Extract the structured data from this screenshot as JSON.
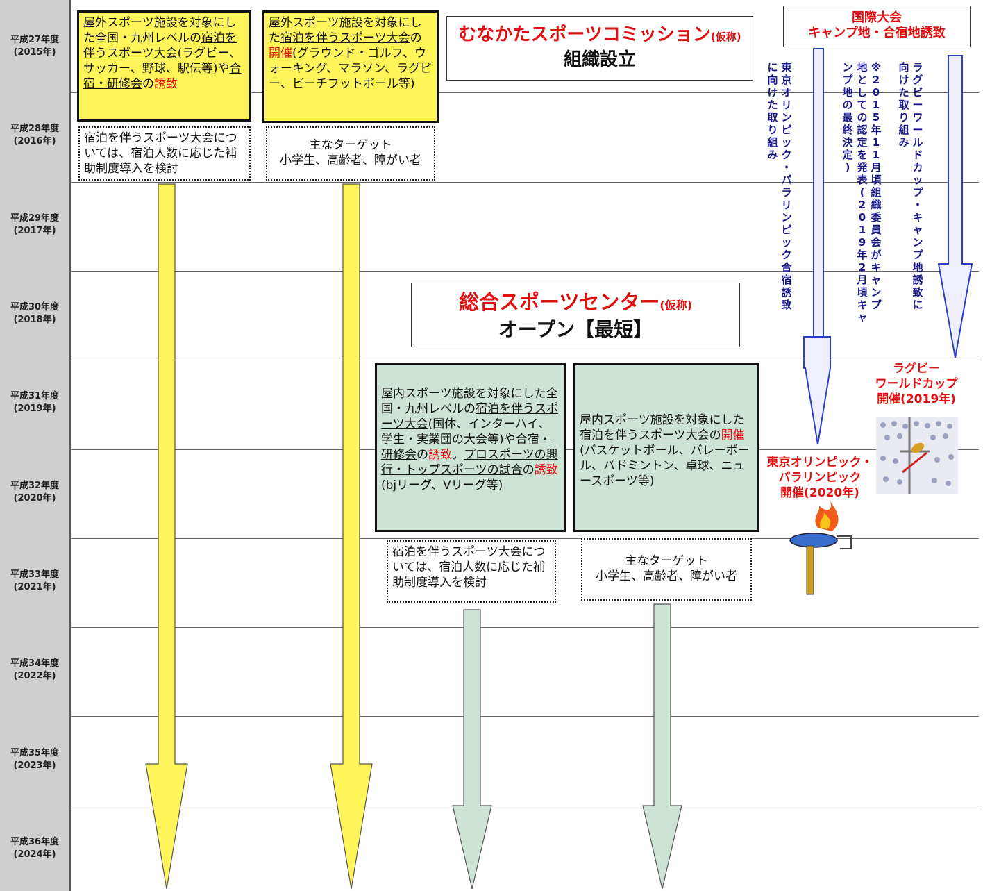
{
  "years": [
    {
      "era": "平成27年度",
      "ad": "(2015年)"
    },
    {
      "era": "平成28年度",
      "ad": "(2016年)"
    },
    {
      "era": "平成29年度",
      "ad": "(2017年)"
    },
    {
      "era": "平成30年度",
      "ad": "(2018年)"
    },
    {
      "era": "平成31年度",
      "ad": "(2019年)"
    },
    {
      "era": "平成32年度",
      "ad": "(2020年)"
    },
    {
      "era": "平成33年度",
      "ad": "(2021年)"
    },
    {
      "era": "平成34年度",
      "ad": "(2022年)"
    },
    {
      "era": "平成35年度",
      "ad": "(2023年)"
    },
    {
      "era": "平成36年度",
      "ad": "(2024年)"
    }
  ],
  "outdoor_box": {
    "t1": "屋外スポーツ施設を対象にした全国・九州レベルの",
    "t2": "宿泊を伴うスポーツ大会",
    "t3": "(ラグビー、サッカー、野球、駅伝等)や",
    "t4": "合宿・研修会",
    "t5": "の",
    "t6": "誘致"
  },
  "outdoor_note": "宿泊を伴うスポーツ大会については、宿泊人数に応じた補助制度導入を検討",
  "outdoor_event_box": {
    "t1": "屋外スポーツ施設を対象にした",
    "t2": "宿泊を伴うスポーツ大会",
    "t3": "の",
    "t4": "開催",
    "t5": "(グラウンド・ゴルフ、ウォーキング、マラソン、ラグビー、ビーチフットボール等)"
  },
  "outdoor_target": {
    "line1": "主なターゲット",
    "line2": "小学生、高齢者、障がい者"
  },
  "commission": {
    "name": "むなかたスポーツコミッション",
    "tag": "(仮称)",
    "sub": "組織設立"
  },
  "center": {
    "name": "総合スポーツセンター",
    "tag": "(仮称)",
    "sub": "オープン【最短】"
  },
  "intl_header": {
    "line1": "国際大会",
    "line2": "キャンプ地・合宿地誘致"
  },
  "vertical": {
    "col_a": "東京オリンピック・パラリンピック合宿誘致",
    "col_a_top": "に向けた取り組み",
    "col_b": "※2015年11月頃 組織委員会がキャンプ",
    "col_b2": "地としての認定を発表(2019年2月頃キャ",
    "col_b3": "ンプ地の最終決定)",
    "col_c": "ラグビーワールドカップ・キャンプ地誘致に",
    "col_c_top": "向けた取り組み"
  },
  "indoor_box": {
    "t1": "屋内スポーツ施設を対象にした全国・九州レベルの",
    "t2": "宿泊を伴うスポーツ大会",
    "t3": "(国体、インターハイ、学生・実業団の大会等)や",
    "t4": "合宿・研修会",
    "t5": "の",
    "t6": "誘致",
    "t7": "。",
    "t8": "プロスポーツの興行・トップスポーツの試合",
    "t9": "の",
    "t10": "誘致",
    "t11": "(bjリーグ、Vリーグ等)"
  },
  "indoor_event_box": {
    "t1": "屋内スポーツ施設を対象にした",
    "t2": "宿泊を伴うスポーツ大会",
    "t3": "の",
    "t4": "開催",
    "t5": "(バスケットボール、バレーボール、バドミントン、卓球、ニュースポーツ等)"
  },
  "indoor_note": "宿泊を伴うスポーツ大会については、宿泊人数に応じた補助制度導入を検討",
  "indoor_target": {
    "line1": "主なターゲット",
    "line2": "小学生、高齢者、障がい者"
  },
  "rugby_event": {
    "line1": "ラグビー",
    "line2": "ワールドカップ",
    "line3": "開催(2019年)"
  },
  "olympic_event": {
    "line1": "東京オリンピック・",
    "line2": "パラリンピック",
    "line3": "開催(2020年)"
  },
  "colors": {
    "yellow": "#fff45a",
    "green": "#cde3d6",
    "red": "#e01010",
    "navy": "#1a1a8c",
    "blue_arrow": "#2a3ec8"
  },
  "icons": {
    "rugby": "rugby-illustration",
    "torch": "olympic-torch-icon"
  }
}
